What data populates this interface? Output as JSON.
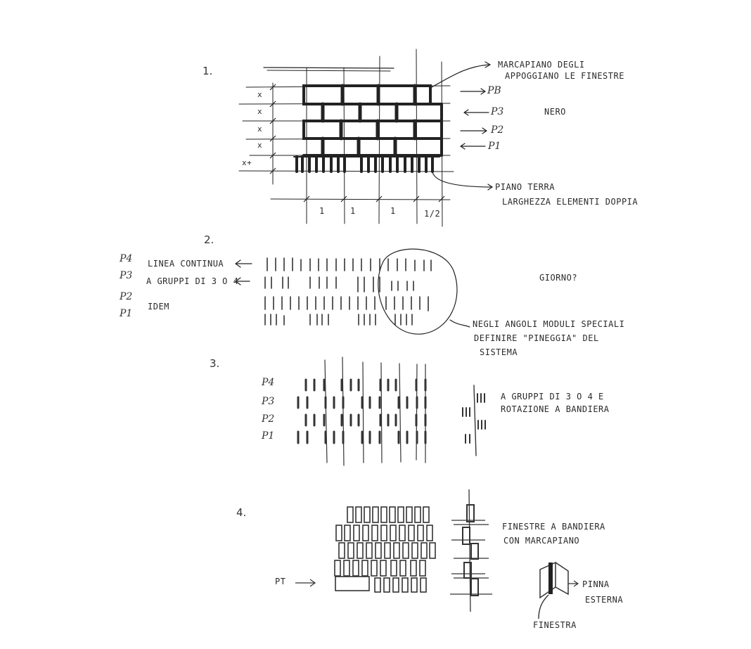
{
  "sheet": {
    "background": "#ffffff",
    "ink_color": "#222222",
    "sections": [
      {
        "number": "1.",
        "row_labels": [
          "x",
          "x",
          "x",
          "x",
          "x+"
        ],
        "column_labels": [
          "1",
          "1",
          "1",
          "1/2"
        ],
        "level_labels": [
          "PB",
          "P3",
          "P2",
          "P1"
        ],
        "annotations": {
          "top": [
            "MARCAPIANO DEGLI",
            "APPOGGIANO LE FINESTRE"
          ],
          "side": "NERO",
          "bottom": [
            "PIANO TERRA",
            "LARGHEZZA ELEMENTI DOPPIA"
          ]
        }
      },
      {
        "number": "2.",
        "level_labels": [
          "P4",
          "P3",
          "P2",
          "P1"
        ],
        "row_notes": [
          "LINEA CONTINUA",
          "A GRUPPI DI 3 O 4",
          "IDEM"
        ],
        "annotations": {
          "question": "GIORNO?",
          "corner_note": [
            "NEGLI ANGOLI MODULI SPECIALI",
            "DEFINIRE \"PINEGGIA\" DEL",
            "SISTEMA"
          ]
        }
      },
      {
        "number": "3.",
        "level_labels": [
          "P4",
          "P3",
          "P2",
          "P1"
        ],
        "annotations": {
          "note": [
            "A GRUPPI DI 3 O 4 E",
            "ROTAZIONE A BANDIERA"
          ]
        }
      },
      {
        "number": "4.",
        "ground_label": "PT",
        "annotations": {
          "note": [
            "FINESTRE A BANDIERA",
            "CON MARCAPIANO"
          ],
          "detail_left": "FINESTRA",
          "detail_right": [
            "PINNA",
            "ESTERNA"
          ]
        }
      }
    ]
  }
}
